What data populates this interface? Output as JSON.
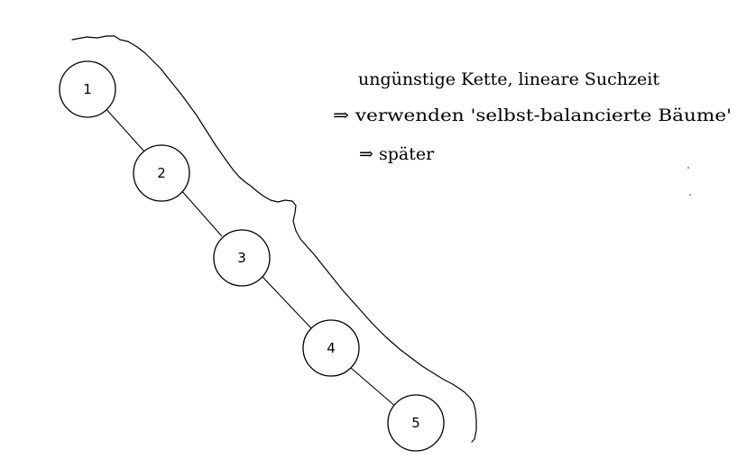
{
  "diagram": {
    "nodes": [
      {
        "id": "n1",
        "label": "1"
      },
      {
        "id": "n2",
        "label": "2"
      },
      {
        "id": "n3",
        "label": "3"
      },
      {
        "id": "n4",
        "label": "4"
      },
      {
        "id": "n5",
        "label": "5"
      }
    ],
    "edges": [
      {
        "from": "n1",
        "to": "n2"
      },
      {
        "from": "n2",
        "to": "n3"
      },
      {
        "from": "n3",
        "to": "n4"
      },
      {
        "from": "n4",
        "to": "n5"
      }
    ],
    "annotation": {
      "line1": "ungünstige Kette, lineare Suchzeit",
      "line2": "⇒ verwenden 'selbst-balancierte Bäume'",
      "line3": "⇒ später"
    }
  }
}
